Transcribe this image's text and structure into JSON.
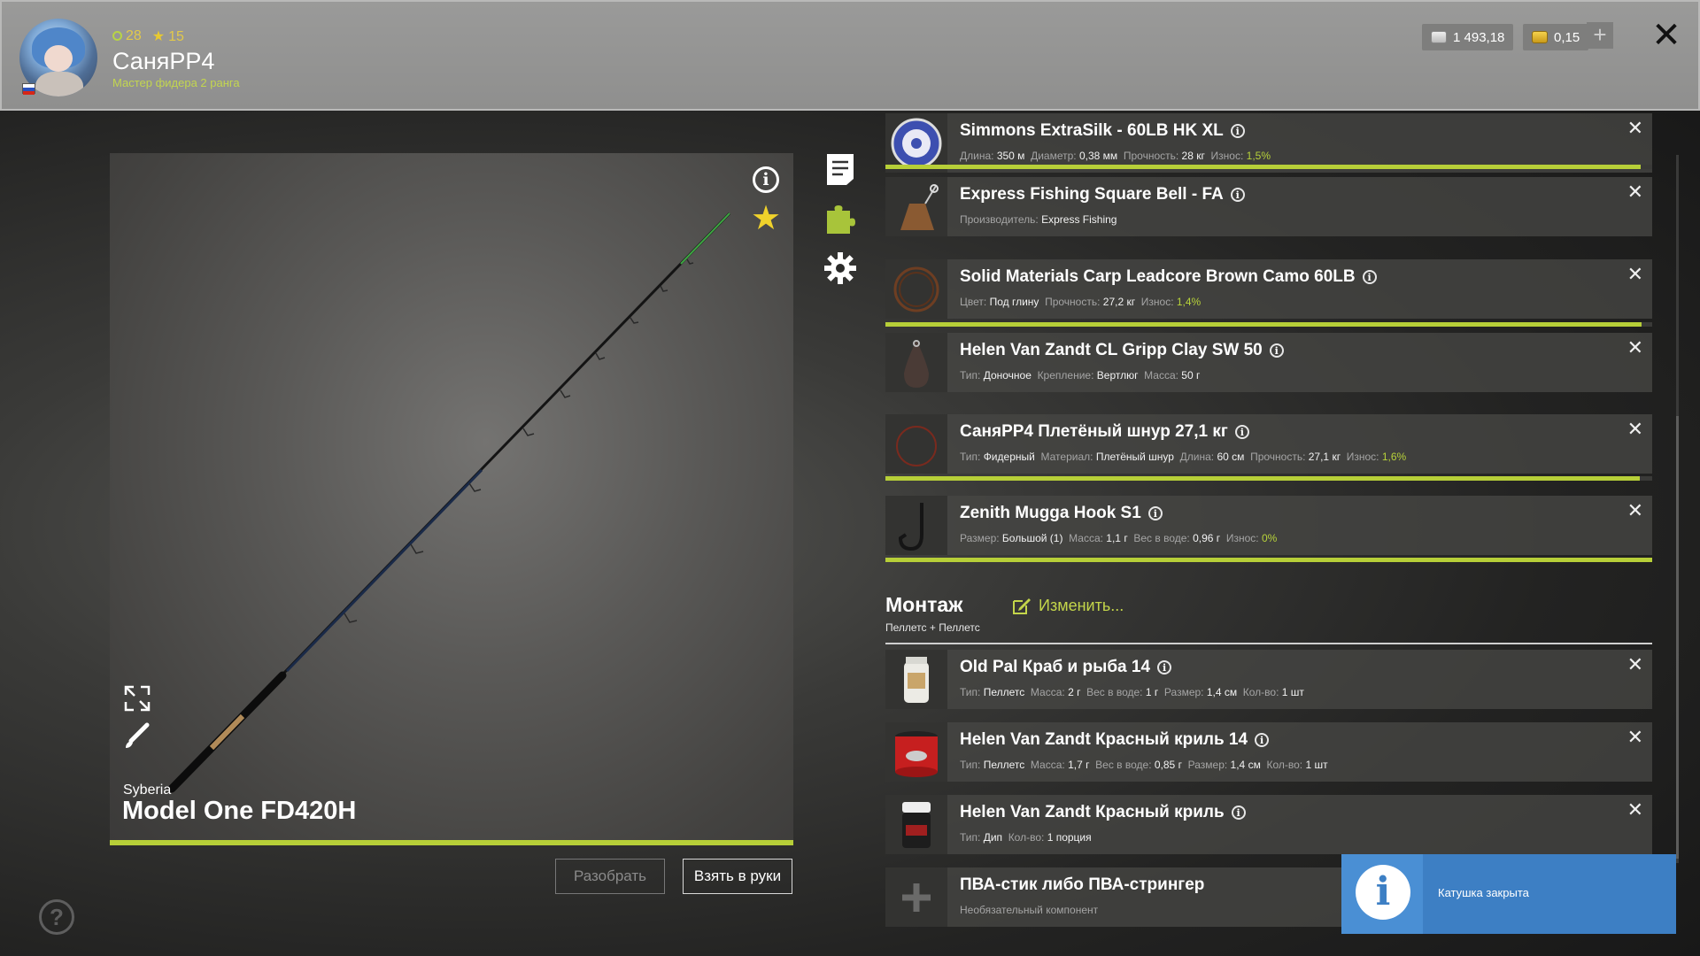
{
  "player": {
    "level": "28",
    "stars": "15",
    "name": "СаняРР4",
    "rank": "Мастер фидера 2 ранга"
  },
  "currency": {
    "silver": "1 493,18",
    "gold": "0,15"
  },
  "rod": {
    "brand": "Syberia",
    "name": "Model One FD420H"
  },
  "buttons": {
    "disassemble": "Разобрать",
    "take": "Взять в руки"
  },
  "tackle": [
    {
      "title": "Simmons ExtraSilk - 60LB HK XL",
      "props": [
        [
          "Длина:",
          "350 м"
        ],
        [
          "Диаметр:",
          "0,38 мм"
        ],
        [
          "Прочность:",
          "28 кг"
        ],
        [
          "Износ:",
          "1,5%"
        ]
      ],
      "wear": 0.985
    },
    {
      "title": "Express Fishing Square Bell - FA",
      "props": [
        [
          "Производитель:",
          "Express Fishing"
        ]
      ]
    },
    {
      "title": "Solid Materials Carp Leadcore Brown Camo 60LB",
      "props": [
        [
          "Цвет:",
          "Под глину"
        ],
        [
          "Прочность:",
          "27,2 кг"
        ],
        [
          "Износ:",
          "1,4%"
        ]
      ],
      "wear": 0.986
    },
    {
      "title": "Helen Van Zandt CL Gripp Clay SW 50",
      "props": [
        [
          "Тип:",
          "Доночное"
        ],
        [
          "Крепление:",
          "Вертлюг"
        ],
        [
          "Масса:",
          "50 г"
        ]
      ]
    },
    {
      "title": "СаняРР4 Плетёный шнур 27,1 кг",
      "props": [
        [
          "Тип:",
          "Фидерный"
        ],
        [
          "Материал:",
          "Плетёный шнур"
        ],
        [
          "Длина:",
          "60 см"
        ],
        [
          "Прочность:",
          "27,1 кг"
        ],
        [
          "Износ:",
          "1,6%"
        ]
      ],
      "wear": 0.984
    },
    {
      "title": "Zenith Mugga Hook S1",
      "props": [
        [
          "Размер:",
          "Большой (1)"
        ],
        [
          "Масса:",
          "1,1 г"
        ],
        [
          "Вес в воде:",
          "0,96 г"
        ],
        [
          "Износ:",
          "0%"
        ]
      ],
      "wear": 1.0
    }
  ],
  "rig": {
    "title": "Монтаж",
    "subtitle": "Пеллетс + Пеллетс",
    "edit": "Изменить..."
  },
  "baits": [
    {
      "title": "Old Pal Краб и рыба 14",
      "props": [
        [
          "Тип:",
          "Пеллетс"
        ],
        [
          "Масса:",
          "2 г"
        ],
        [
          "Вес в воде:",
          "1 г"
        ],
        [
          "Размер:",
          "1,4 см"
        ],
        [
          "Кол-во:",
          "1 шт"
        ]
      ]
    },
    {
      "title": "Helen Van Zandt Красный криль 14",
      "props": [
        [
          "Тип:",
          "Пеллетс"
        ],
        [
          "Масса:",
          "1,7 г"
        ],
        [
          "Вес в воде:",
          "0,85 г"
        ],
        [
          "Размер:",
          "1,4 см"
        ],
        [
          "Кол-во:",
          "1 шт"
        ]
      ]
    },
    {
      "title": "Helen Van Zandt Красный криль",
      "props": [
        [
          "Тип:",
          "Дип"
        ],
        [
          "Кол-во:",
          "1 порция"
        ]
      ]
    },
    {
      "title": "ПВА-стик либо ПВА-стрингер",
      "props": [
        [
          "Необязательный компонент",
          ""
        ]
      ]
    }
  ],
  "notification": {
    "message": "Катушка закрыта"
  }
}
